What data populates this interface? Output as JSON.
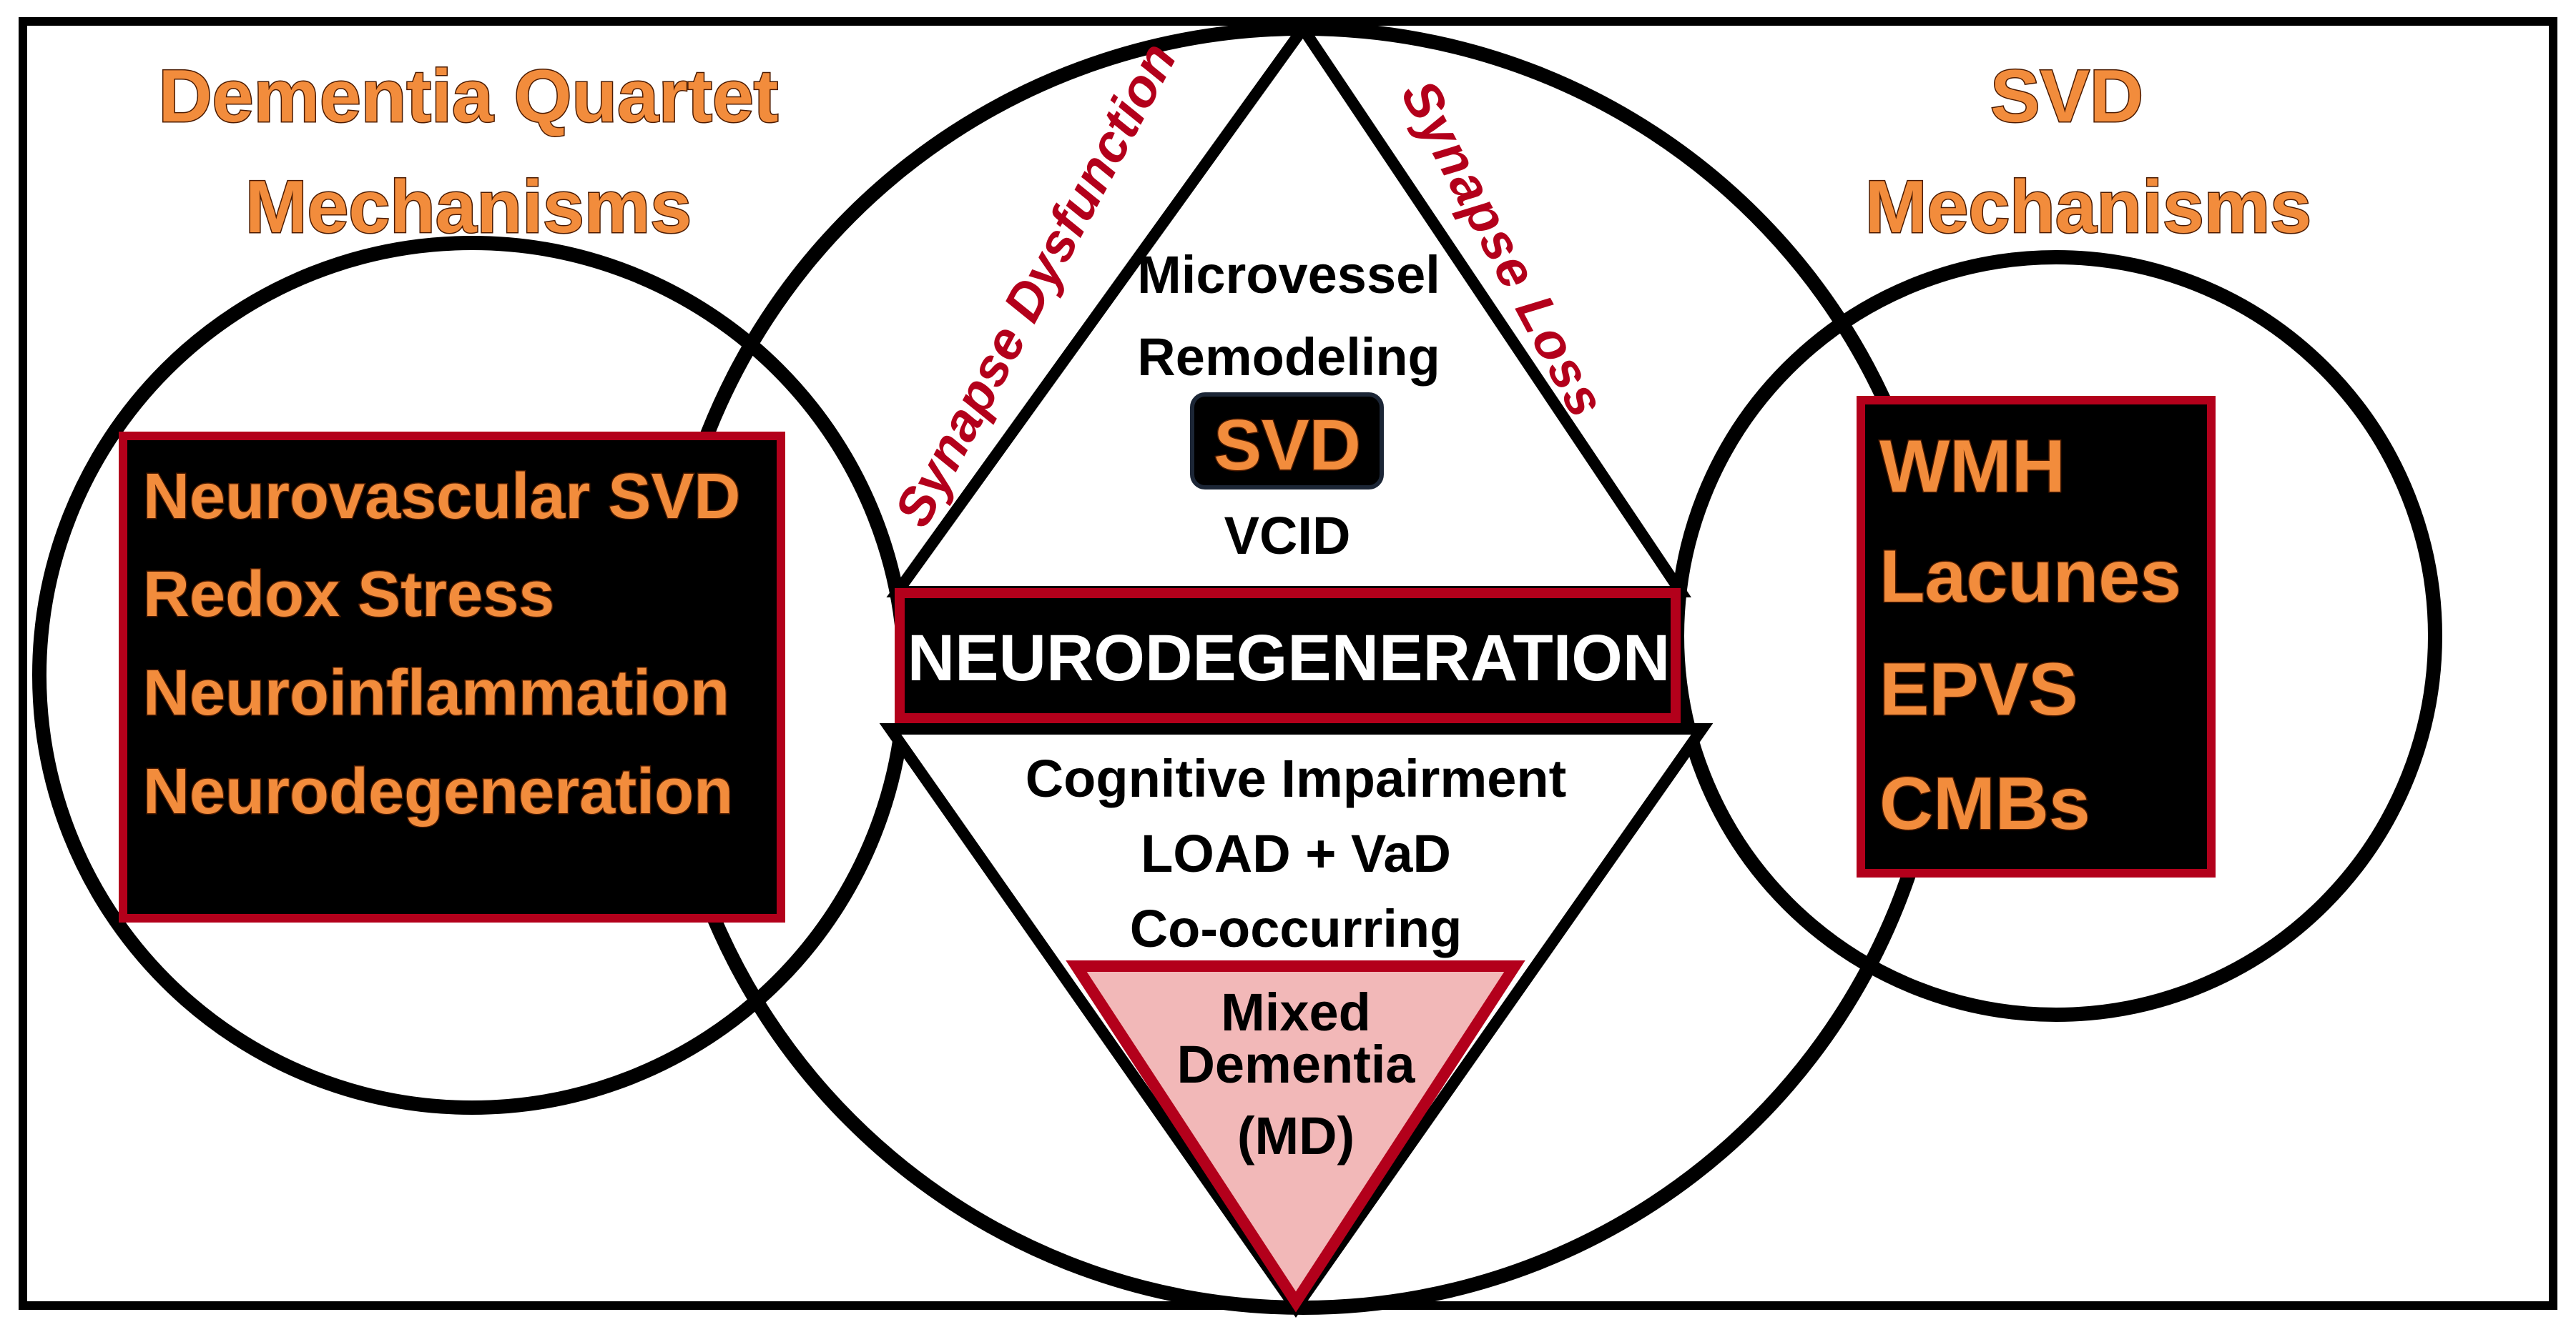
{
  "left": {
    "heading": [
      "Dementia Quartet",
      "Mechanisms"
    ],
    "items": [
      "Neurovascular SVD",
      "Redox Stress",
      "Neuroinflammation",
      "Neurodegeneration"
    ]
  },
  "right": {
    "heading": [
      "SVD",
      "Mechanisms"
    ],
    "items": [
      "WMH",
      "Lacunes",
      "EPVS",
      "CMBs"
    ]
  },
  "center": {
    "top_triangle": {
      "line1": "Microvessel",
      "line2": "Remodeling",
      "badge": "SVD",
      "line3": "VCID"
    },
    "side_left": "Synapse Dysfunction",
    "side_right": "Synapse Loss",
    "band": "NEURODEGENERATION",
    "bottom_triangle": [
      "Cognitive Impairment",
      "LOAD + VaD",
      "Co-occurring"
    ],
    "mixed": [
      "Mixed",
      "Dementia",
      "(MD)"
    ]
  },
  "colors": {
    "orange_text": "#f28c3c",
    "dark_red": "#b3001b",
    "pink_fill": "#f2b8b8",
    "box_fill": "#000000"
  }
}
